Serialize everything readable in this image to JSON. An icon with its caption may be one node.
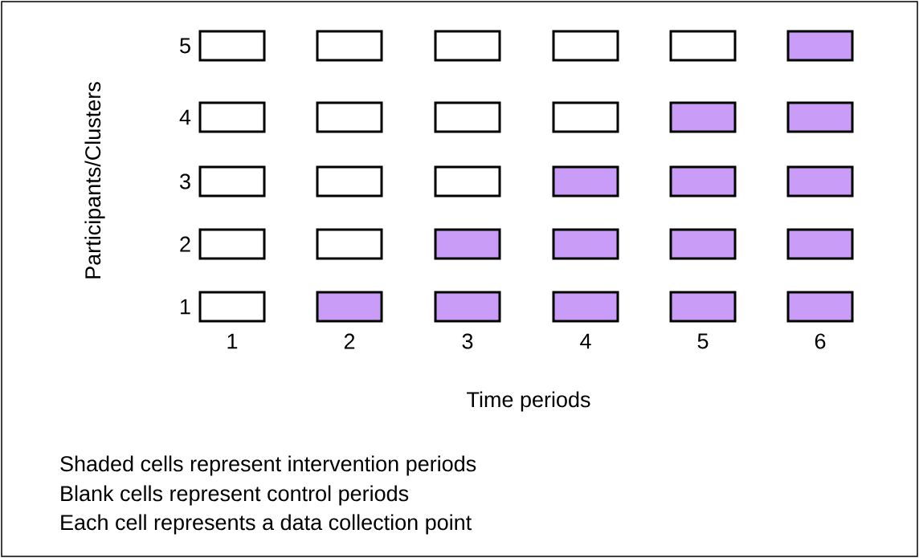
{
  "diagram": {
    "nodes": [
      {
        "text": [],
        "shape": "box"
      },
      {
        "text": [],
        "shape": "box"
      },
      {
        "text": [],
        "shape": "box"
      },
      {
        "text": [],
        "shape": "box"
      },
      {
        "text": [],
        "shape": "box"
      },
      {
        "text": [],
        "shape": "block"
      },
      {
        "text": [],
        "shape": "box"
      },
      {
        "text": [],
        "shape": "box"
      },
      {
        "text": [],
        "shape": "box"
      },
      {
        "text": [],
        "shape": "box"
      },
      {
        "text": [],
        "shape": "block"
      },
      {
        "text": [],
        "shape": "block"
      },
      {
        "text": [],
        "shape": "box"
      },
      {
        "text": [],
        "shape": "box"
      },
      {
        "text": [],
        "shape": "box"
      },
      {
        "text": [],
        "shape": "block"
      },
      {
        "text": [],
        "shape": "block"
      },
      {
        "text": [],
        "shape": "block"
      },
      {
        "text": [],
        "shape": "box"
      },
      {
        "text": [],
        "shape": "box"
      },
      {
        "text": [],
        "shape": "block"
      },
      {
        "text": [],
        "shape": "block"
      },
      {
        "text": [],
        "shape": "block"
      },
      {
        "text": [],
        "shape": "block"
      },
      {
        "text": [],
        "shape": "box"
      },
      {
        "text": [],
        "shape": "block"
      },
      {
        "text": [],
        "shape": "block"
      },
      {
        "text": [],
        "shape": "block"
      },
      {
        "text": [],
        "shape": "block"
      },
      {
        "text": [],
        "shape": "block"
      }
    ],
    "labels": [
      "Participants/Clusters",
      "5",
      "4",
      "3",
      "2",
      "1",
      "1",
      "2",
      "3",
      "4",
      "5",
      "6",
      "Time periods",
      "Shaded cells represent intervention periods",
      "Blank cells represent control periods",
      "Each cell represents a data collection point"
    ]
  }
}
